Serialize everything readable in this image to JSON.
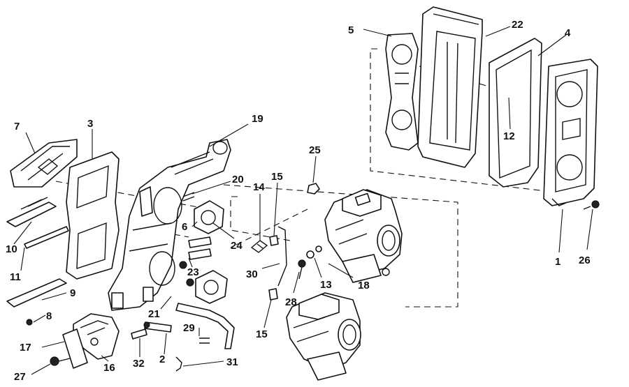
{
  "labels": {
    "l1": "1",
    "l2": "2",
    "l3": "3",
    "l4": "4",
    "l5": "5",
    "l6": "6",
    "l7": "7",
    "l8": "8",
    "l9": "9",
    "l10": "10",
    "l11": "11",
    "l12": "12",
    "l13": "13",
    "l14": "14",
    "l15a": "15",
    "l15b": "15",
    "l16": "16",
    "l17": "17",
    "l18": "18",
    "l19": "19",
    "l20": "20",
    "l21": "21",
    "l22": "22",
    "l23": "23",
    "l24": "24",
    "l25": "25",
    "l26": "26",
    "l27": "27",
    "l28": "28",
    "l29": "29",
    "l30": "30",
    "l31": "31",
    "l32": "32"
  }
}
